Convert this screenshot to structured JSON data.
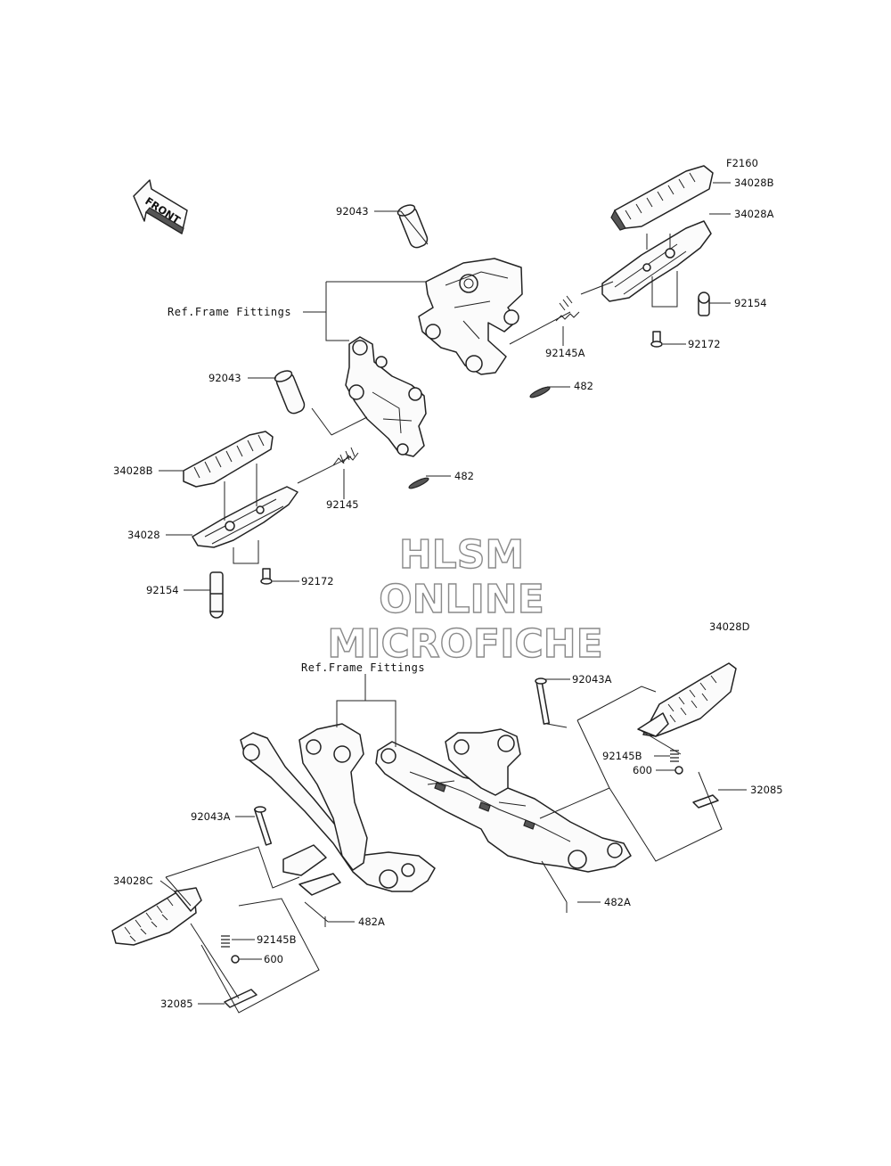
{
  "diagram_code": "F2160",
  "front_arrow_text": "FRONT",
  "watermark": {
    "line1": "HLSM",
    "line2": "ONLINE",
    "line3": "MICROFICHE"
  },
  "labels": {
    "p92043_top": "92043",
    "ref_frame_top": "Ref.Frame Fittings",
    "p92043_mid": "92043",
    "p34028B_left": "34028B",
    "p34028_left": "34028",
    "p92154_left": "92154",
    "p92172_left": "92172",
    "p92145_left": "92145",
    "p482_left": "482",
    "p482_right": "482",
    "p92145A": "92145A",
    "p92172_right": "92172",
    "p92154_right": "92154",
    "p34028A": "34028A",
    "p34028B_right": "34028B",
    "ref_frame_bottom": "Ref.Frame Fittings",
    "p34028D": "34028D",
    "p92043A_right": "92043A",
    "p92145B_right": "92145B",
    "p600_right": "600",
    "p32085_right": "32085",
    "p482A_right": "482A",
    "p92043A_left": "92043A",
    "p34028C": "34028C",
    "p92145B_left": "92145B",
    "p600_left": "600",
    "p32085_left": "32085",
    "p482A_left": "482A"
  }
}
